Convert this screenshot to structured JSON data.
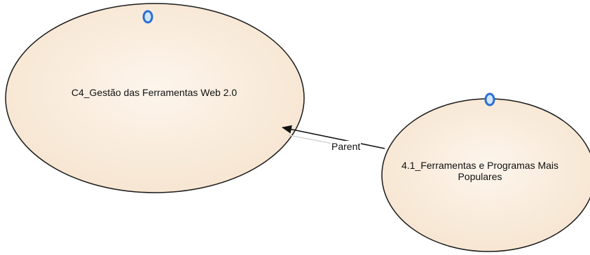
{
  "diagram": {
    "nodes": [
      {
        "id": "c4",
        "label": "C4_Gestão das Ferramentas Web 2.0"
      },
      {
        "id": "n41",
        "label": "4.1_Ferramentas e Programas Mais Populares"
      }
    ],
    "edges": [
      {
        "from": "n41",
        "to": "c4",
        "label": "Parent"
      }
    ]
  },
  "colors": {
    "node_fill": "#fbeee0",
    "node_stroke": "#1a1a1a",
    "marker_fill": "#cfe6fb",
    "marker_stroke": "#2a6fd0",
    "edge": "#111111"
  }
}
